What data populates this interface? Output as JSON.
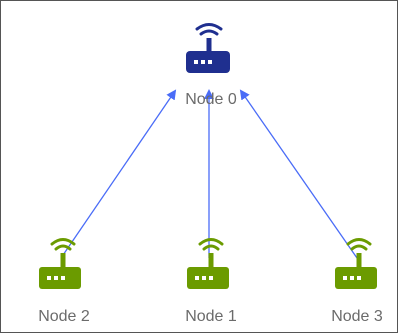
{
  "diagram": {
    "colors": {
      "edge": "#4a6cf7",
      "root_router": "#1f2f8f",
      "leaf_router": "#6b9b00",
      "label": "#6b6b6b"
    },
    "nodes": [
      {
        "id": "node-0",
        "label": "Node 0",
        "icon": "router-icon",
        "role": "root"
      },
      {
        "id": "node-1",
        "label": "Node 1",
        "icon": "router-icon",
        "role": "leaf"
      },
      {
        "id": "node-2",
        "label": "Node 2",
        "icon": "router-icon",
        "role": "leaf"
      },
      {
        "id": "node-3",
        "label": "Node 3",
        "icon": "router-icon",
        "role": "leaf"
      }
    ],
    "edges": [
      {
        "from": "node-2",
        "to": "node-0"
      },
      {
        "from": "node-1",
        "to": "node-0"
      },
      {
        "from": "node-3",
        "to": "node-0"
      }
    ]
  }
}
